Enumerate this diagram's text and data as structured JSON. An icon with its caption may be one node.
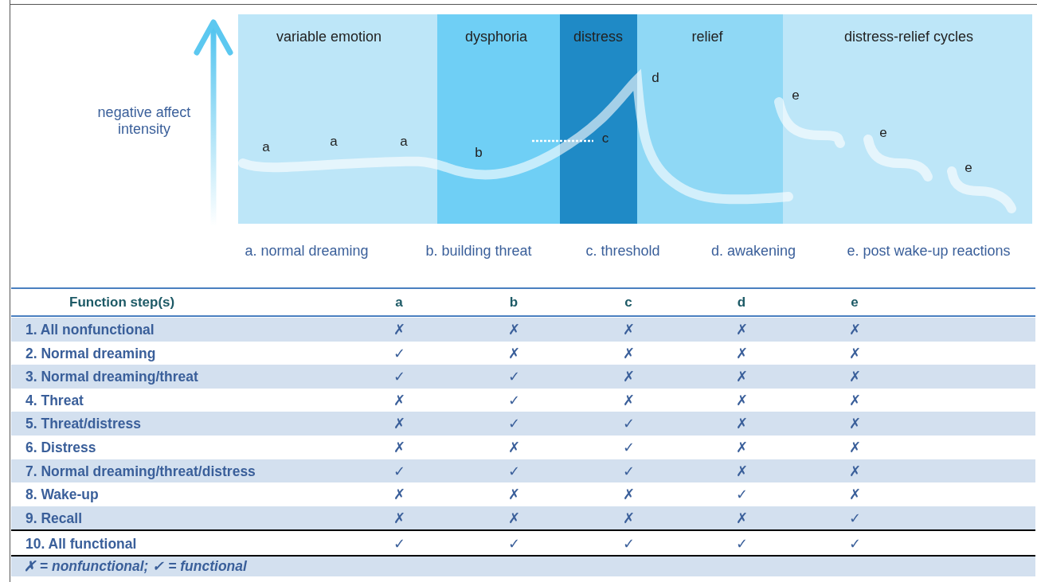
{
  "diagram": {
    "labels": [
      "variable emotion",
      "dysphoria",
      "distress",
      "relief",
      "distress-relief cycles",
      "negative affect intensity",
      "a",
      "a",
      "a",
      "b",
      "c",
      "d",
      "e",
      "e",
      "e",
      "a. normal dreaming",
      "b. building threat",
      "c. threshold",
      "d. awakening",
      "e. post wake-up reactions",
      "Function step(s)",
      "a",
      "b",
      "c",
      "d",
      "e",
      "1. All nonfunctional",
      "✗",
      "✗",
      "✗",
      "✗",
      "✗",
      "2. Normal dreaming",
      "✓",
      "✗",
      "✗",
      "✗",
      "✗",
      "3. Normal dreaming/threat",
      "✓",
      "✓",
      "✗",
      "✗",
      "✗",
      "4. Threat",
      "✗",
      "✓",
      "✗",
      "✗",
      "✗",
      "5. Threat/distress",
      "✗",
      "✓",
      "✓",
      "✗",
      "✗",
      "6. Distress",
      "✗",
      "✗",
      "✓",
      "✗",
      "✗",
      "7. Normal dreaming/threat/distress",
      "✓",
      "✓",
      "✓",
      "✗",
      "✗",
      "8. Wake-up",
      "✗",
      "✗",
      "✗",
      "✓",
      "✗",
      "9. Recall",
      "✗",
      "✗",
      "✗",
      "✗",
      "✓",
      "10. All functional",
      "✓",
      "✓",
      "✓",
      "✓",
      "✓",
      "✗ = nonfunctional; ✓ = functional"
    ]
  }
}
